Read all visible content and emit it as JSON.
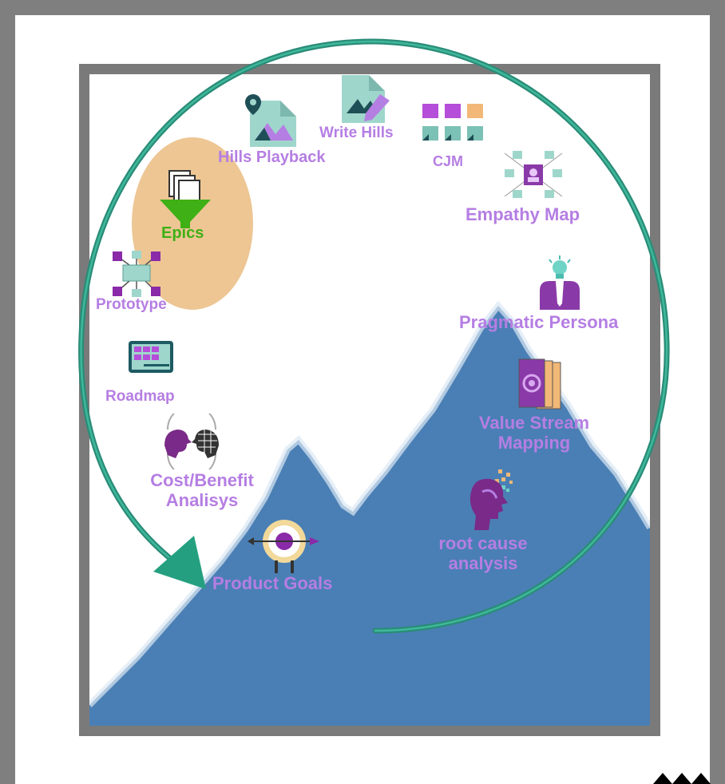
{
  "labels": {
    "write_hills": "Write Hills",
    "hills_playback": "Hills Playback",
    "cjm": "CJM",
    "empathy_map": "Empathy Map",
    "epics": "Epics",
    "prototype": "Prototype",
    "pragmatic_persona": "Pragmatic Persona",
    "roadmap": "Roadmap",
    "value_stream_mapping": "Value Stream\nMapping",
    "cost_benefit": "Cost/Benefit\nAnalisys",
    "root_cause": "root cause\nanalysis",
    "product_goals": "Product Goals"
  },
  "colors": {
    "label_purple": "#b57ee3",
    "epics_green": "#3fb015",
    "mountain_blue": "#4a7fb5",
    "cycle_teal": "#2a8c78",
    "highlight_orange": "#ebc088",
    "frame_gray": "#7a7a7a"
  },
  "icons": [
    "map-pin-icon",
    "document-image-icon",
    "edit-document-icon",
    "sticky-notes-icon",
    "empathy-map-icon",
    "funnel-icon",
    "prototype-icon",
    "persona-lightbulb-icon",
    "roadmap-board-icon",
    "value-stream-icon",
    "cost-benefit-icon",
    "root-cause-head-icon",
    "target-icon",
    "corner-logo-icon"
  ]
}
